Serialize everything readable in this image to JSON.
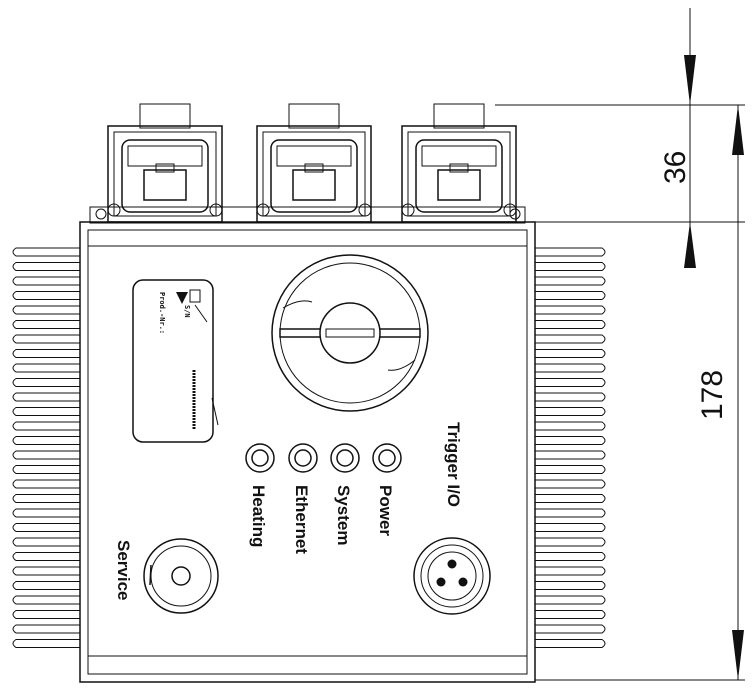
{
  "labels": {
    "led_heating": "Heating",
    "led_ethernet": "Ethernet",
    "led_system": "System",
    "led_power": "Power",
    "trigger": "Trigger I/O",
    "service": "Service"
  },
  "dimensions": {
    "top_offset": "36",
    "overall_height": "178"
  },
  "nameplate": {
    "line1": "Prod.-Nr.:",
    "line2": "S/N"
  },
  "components": {
    "rj45_connectors": 3,
    "status_leds": 4
  }
}
